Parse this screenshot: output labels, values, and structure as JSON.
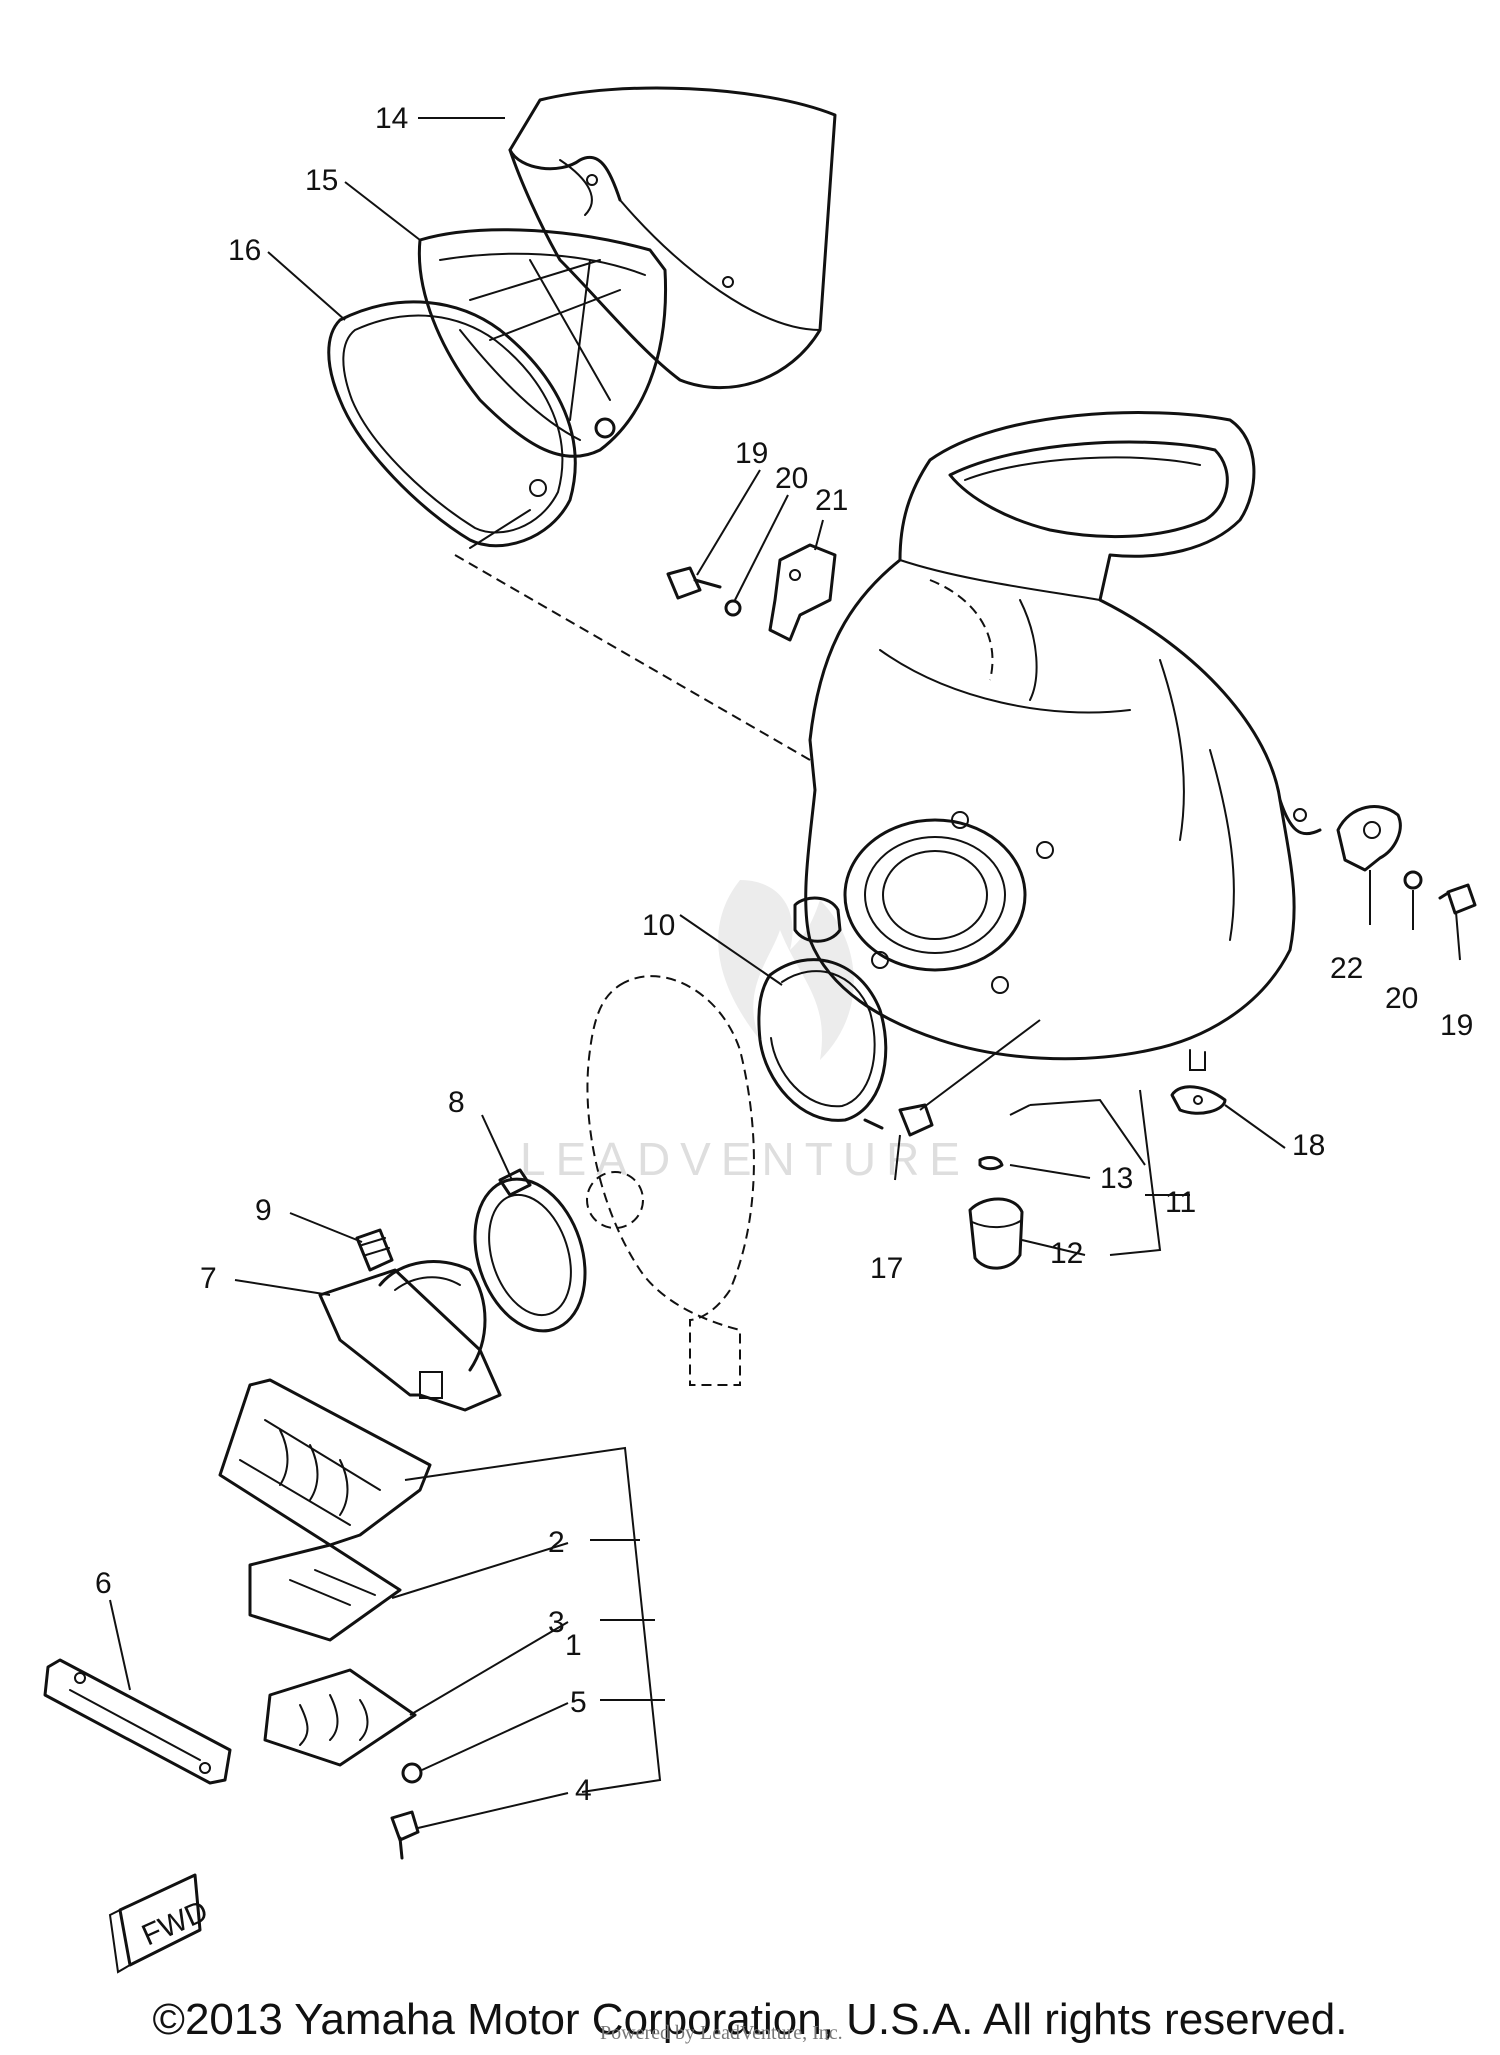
{
  "callouts": [
    {
      "id": "1",
      "label": "1"
    },
    {
      "id": "2",
      "label": "2"
    },
    {
      "id": "3",
      "label": "3"
    },
    {
      "id": "4",
      "label": "4"
    },
    {
      "id": "5",
      "label": "5"
    },
    {
      "id": "6",
      "label": "6"
    },
    {
      "id": "7",
      "label": "7"
    },
    {
      "id": "8",
      "label": "8"
    },
    {
      "id": "9",
      "label": "9"
    },
    {
      "id": "10",
      "label": "10"
    },
    {
      "id": "11",
      "label": "11"
    },
    {
      "id": "12",
      "label": "12"
    },
    {
      "id": "13",
      "label": "13"
    },
    {
      "id": "14",
      "label": "14"
    },
    {
      "id": "15",
      "label": "15"
    },
    {
      "id": "16",
      "label": "16"
    },
    {
      "id": "17",
      "label": "17"
    },
    {
      "id": "18",
      "label": "18"
    },
    {
      "id": "19a",
      "label": "19"
    },
    {
      "id": "20a",
      "label": "20"
    },
    {
      "id": "21",
      "label": "21"
    },
    {
      "id": "22",
      "label": "22"
    },
    {
      "id": "20b",
      "label": "20"
    },
    {
      "id": "19b",
      "label": "19"
    }
  ],
  "fwd_marker": "FWD",
  "watermark": "LEADVENTURE",
  "copyright": "©2013 Yamaha Motor Corporation, U.S.A. All rights reserved.",
  "copyright_faint": "Powered by LeadVenture, Inc."
}
